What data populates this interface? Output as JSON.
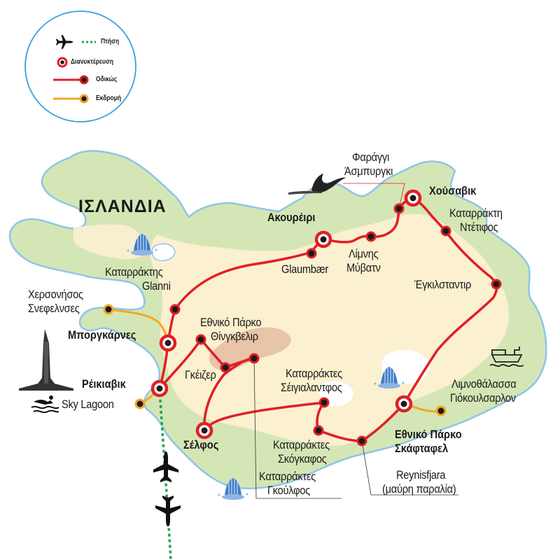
{
  "legend": {
    "flight": "Πτήση",
    "overnight": "Διανυκτέρευση",
    "road": "Οδικώς",
    "excursion": "Εκδρομή"
  },
  "country": "ΙΣΛΑΝΔΙΑ",
  "colors": {
    "route": "#e01f26",
    "excursion": "#f5a623",
    "flight_path": "#1aa650",
    "land_green": "#d4e6b5",
    "land_cream": "#fbf0cf",
    "highland": "#e8c4a8",
    "coast": "#8ec5e8",
    "legend_circle": "#3aa0d8"
  },
  "overnight_stops": [
    {
      "name": "Ρέικιαβικ"
    },
    {
      "name": "Μποργκάρνες"
    },
    {
      "name": "Ακουρέιρι"
    },
    {
      "name": "Χούσαβικ"
    },
    {
      "name": "Εθνικό Πάρκο Σκάφταφελ"
    },
    {
      "name": "Σέλφος"
    }
  ],
  "labels": {
    "reykjavik": "Ρέικιαβικ",
    "borgarnes": "Μποργκάρνες",
    "akureyri": "Ακουρέιρι",
    "husavik": "Χούσαβικ",
    "selfoss": "Σέλφος",
    "skaftafell_1": "Εθνικό Πάρκο",
    "skaftafell_2": "Σκάφταφελ",
    "glanni_1": "Καταρράκτης",
    "glanni_2": "Glanni",
    "snaefellsnes_1": "Χερσονήσος",
    "snaefellsnes_2": "Σνεφελνσες",
    "sky_lagoon": "Sky Lagoon",
    "thingvellir_1": "Εθνικό Πάρκο",
    "thingvellir_2": "Θίνγκβελιρ",
    "geysir": "Γκέιζερ",
    "glaumbaer": "Glaumbær",
    "myvatn_1": "Λίμνης",
    "myvatn_2": "Μύβατν",
    "asbyrgi_1": "Φαράγγι",
    "asbyrgi_2": "Άσμπυργκι",
    "dettifoss_1": "Καταρράκτη",
    "dettifoss_2": "Ντέτιφος",
    "egilsstadir": "Έγκιλσταντιρ",
    "jokulsarlon_1": "Λιμνοθάλασσα",
    "jokulsarlon_2": "Γιόκουλσαρλον",
    "seljalandsfoss_1": "Καταρράκτες",
    "seljalandsfoss_2": "Σέιγιαλαντφος",
    "skogafoss_1": "Καταρράκτες",
    "skogafoss_2": "Σκόγκαφος",
    "gullfoss_1": "Καταρράκτες",
    "gullfoss_2": "Γκούλφος",
    "reynisfjara_1": "Reynisfjara",
    "reynisfjara_2": "(μαύρη παραλία)"
  },
  "icons": [
    "airplane-icon",
    "whale-tail-icon",
    "waterfall-icon",
    "church-icon",
    "swimmer-icon",
    "boat-icon"
  ]
}
